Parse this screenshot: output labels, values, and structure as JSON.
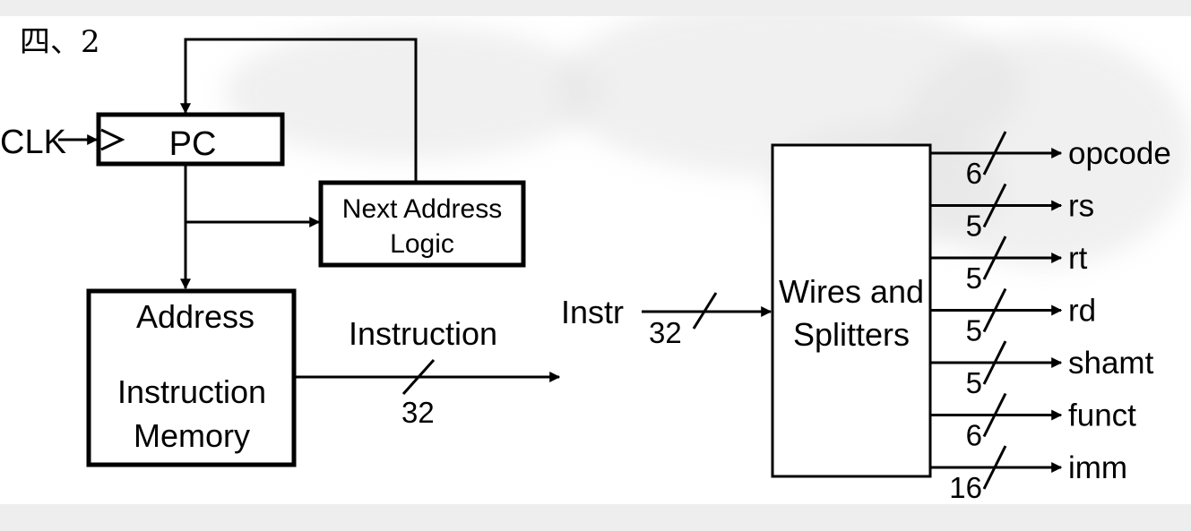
{
  "title": "四、2",
  "pc": {
    "label": "PC",
    "clock_input": "CLK"
  },
  "next_address_logic": {
    "line1": "Next Address",
    "line2": "Logic"
  },
  "instruction_memory": {
    "address_label": "Address",
    "line1": "Instruction",
    "line2": "Memory"
  },
  "instruction_bus": {
    "label": "Instruction",
    "width": "32"
  },
  "instr_input": {
    "label": "Instr",
    "width": "32"
  },
  "splitter": {
    "line1": "Wires and",
    "line2": "Splitters"
  },
  "outputs": [
    {
      "name": "opcode",
      "width": "6"
    },
    {
      "name": "rs",
      "width": "5"
    },
    {
      "name": "rt",
      "width": "5"
    },
    {
      "name": "rd",
      "width": "5"
    },
    {
      "name": "shamt",
      "width": "5"
    },
    {
      "name": "funct",
      "width": "6"
    },
    {
      "name": "imm",
      "width": "16"
    }
  ],
  "colors": {
    "stroke": "#000000",
    "background": "#ffffff",
    "frame": "#eeeeee"
  }
}
